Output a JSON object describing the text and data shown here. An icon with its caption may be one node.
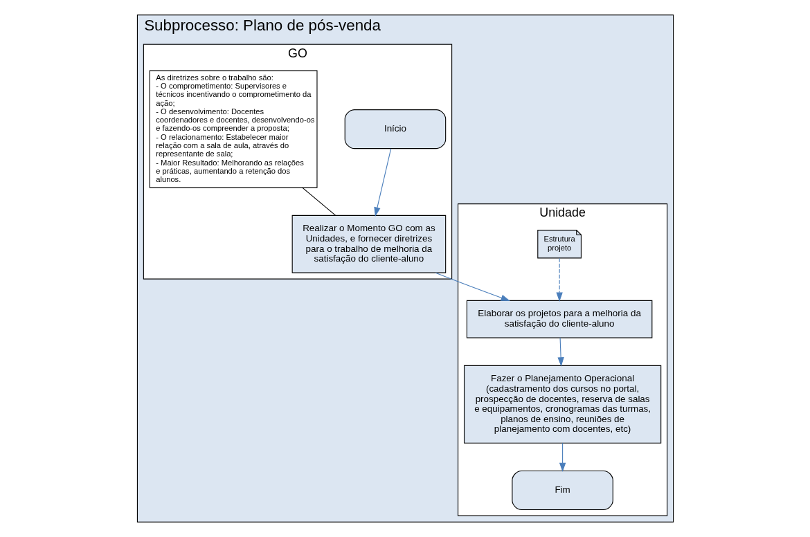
{
  "diagram": {
    "nodes": [
      {
        "text": [
          "Subprocesso: Plano de pós-venda"
        ]
      },
      {
        "text": [
          "Unidade"
        ],
        "in": 0
      },
      {
        "text": [
          "GO"
        ],
        "in": 0
      },
      {
        "text": [
          "Início"
        ],
        "in": 2
      },
      {
        "text": [
          "Realizar o Momento GO com as Unidades, e fornecer diretrizes para o trabalho de melhoria da satisfação do cliente-aluno"
        ],
        "in": 2
      },
      {
        "text": [
          "As diretrizes sobre o trabalho são:",
          "- O comprometimento: Supervisores e técnicos incentivando o comprometimento da ação;",
          "- O desenvolvimento: Docentes coordenadores e docentes, desenvolvendo-os e fazendo-os compreender a proposta;",
          "- O relacionamento: Estabelecer maior relação com a sala de aula, através do representante de sala;",
          "- Maior Resultado: Melhorando as relações e práticas, aumentando a retenção dos alunos."
        ],
        "in": 2
      },
      {
        "text": [
          "Estrutura projeto"
        ],
        "in": 1
      },
      {
        "text": [
          "Elaborar os projetos para a melhoria da satisfação do cliente-aluno"
        ],
        "in": 1
      },
      {
        "text": [
          "Fazer o Planejamento Operacional (cadastramento dos cursos no portal, prospecção de docentes, reserva de salas e equipamentos, cronogramas das turmas, planos de ensino, reuniões de planejamento com docentes, etc)"
        ],
        "in": 1
      },
      {
        "text": [
          "Fim"
        ],
        "in": 1
      }
    ],
    "edges": [
      {
        "from": 3,
        "to": 4,
        "arrow": "to"
      },
      {
        "from": 4,
        "to": 7,
        "arrow": "to"
      },
      {
        "from": 6,
        "to": 7,
        "arrow": "to",
        "style": "dashed"
      },
      {
        "from": 7,
        "to": 8,
        "arrow": "to"
      },
      {
        "from": 8,
        "to": 9,
        "arrow": "to"
      },
      {
        "from": 5,
        "to": 4,
        "arrow": "none",
        "color": "#000000"
      }
    ]
  }
}
